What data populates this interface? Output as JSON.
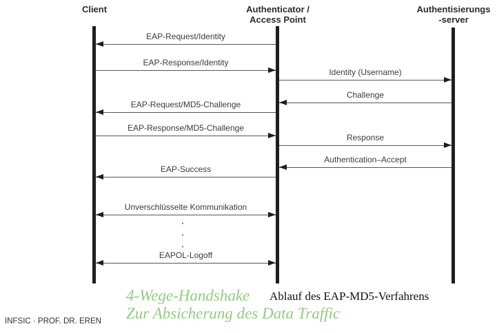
{
  "diagram": {
    "caption": "Ablauf des EAP-MD5-Verfahrens",
    "actors": [
      {
        "name": "Client",
        "lines": [
          "Client",
          ""
        ]
      },
      {
        "name": "Authenticator / Access Point",
        "lines": [
          "Authenticator /",
          "Access Point"
        ]
      },
      {
        "name": "Authentisierungs-server",
        "lines": [
          "Authentisierungs",
          "-server"
        ]
      }
    ],
    "messages": [
      {
        "label": "EAP-Request/Identity",
        "from": "Authenticator / Access Point",
        "to": "Client",
        "direction": "left"
      },
      {
        "label": "EAP-Response/Identity",
        "from": "Client",
        "to": "Authenticator / Access Point",
        "direction": "right"
      },
      {
        "label": "Identity (Username)",
        "from": "Authenticator / Access Point",
        "to": "Authentisierungs-server",
        "direction": "right"
      },
      {
        "label": "Challenge",
        "from": "Authentisierungs-server",
        "to": "Authenticator / Access Point",
        "direction": "left"
      },
      {
        "label": "EAP-Request/MD5-Challenge",
        "from": "Authenticator / Access Point",
        "to": "Client",
        "direction": "left"
      },
      {
        "label": "EAP-Response/MD5-Challenge",
        "from": "Client",
        "to": "Authenticator / Access Point",
        "direction": "right"
      },
      {
        "label": "Response",
        "from": "Authenticator / Access Point",
        "to": "Authentisierungs-server",
        "direction": "right"
      },
      {
        "label": "Authentication–Accept",
        "from": "Authentisierungs-server",
        "to": "Authenticator / Access Point",
        "direction": "left"
      },
      {
        "label": "EAP-Success",
        "from": "Authenticator / Access Point",
        "to": "Client",
        "direction": "left"
      },
      {
        "label": "Unverschlüsselte Kommunikation",
        "from": "Client",
        "to": "Authenticator / Access Point",
        "direction": "both"
      },
      {
        "label": "EAPOL-Logoff",
        "from": "Client",
        "to": "Authenticator / Access Point",
        "direction": "both"
      }
    ],
    "ellipsis": [
      "·",
      "·",
      "·"
    ]
  },
  "overlay": {
    "line1": "4-Wege-Handshake",
    "line2": "Zur Absicherung des Data Traffic",
    "color": "#8ecf7e"
  },
  "footer": {
    "left": "INFSIC · PROF. DR. EREN"
  }
}
